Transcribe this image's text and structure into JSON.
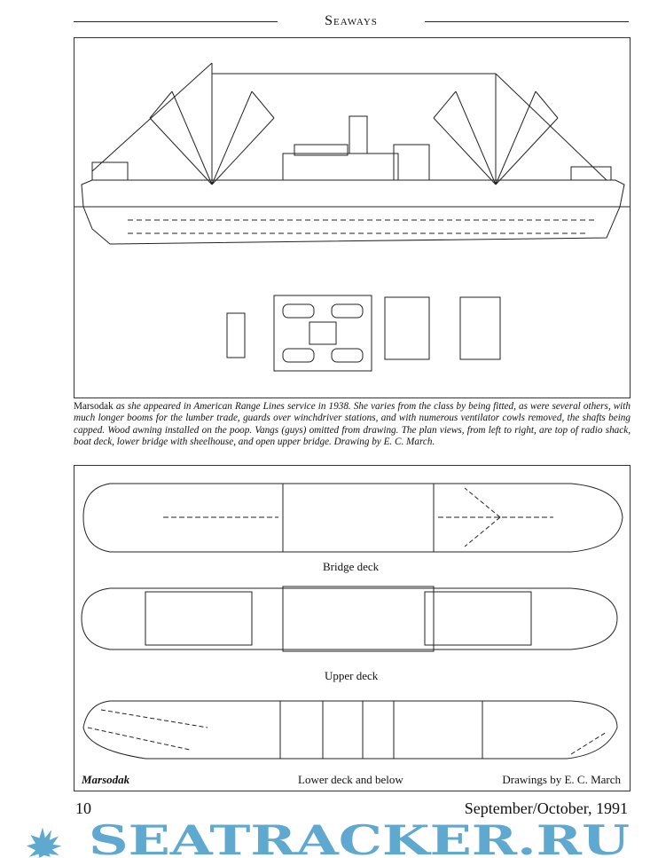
{
  "header": {
    "title": "Seaways"
  },
  "figure1": {
    "caption_ship": "Marsodak",
    "caption_text": " as she appeared in American Range Lines service in 1938. She varies from the class by being fitted, as were several others, with much longer booms for the lumber trade, guards over winchdriver stations, and with numerous ventilator cowls removed, the shafts being capped. Wood awning installed on the poop. Vangs (guys) omitted from drawing. The plan views, from left to right, are top of radio shack, boat deck, lower bridge with sheelhouse, and open upper bridge. Drawing by E. C. March."
  },
  "figure2": {
    "labels": {
      "bridge_deck": "Bridge deck",
      "upper_deck": "Upper deck",
      "lower_deck": "Lower deck and below"
    },
    "ship_name": "Marsodak",
    "credit": "Drawings by E. C. March"
  },
  "footer": {
    "page_number": "10",
    "issue_date": "September/October, 1991"
  },
  "watermark": {
    "text": "SEATRACKER.RU",
    "color": "#5fa8cf"
  }
}
